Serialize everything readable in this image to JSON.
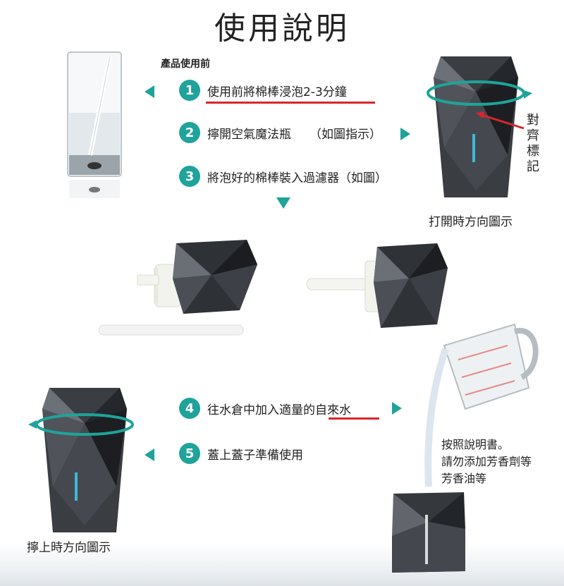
{
  "title": "使用說明",
  "section_label": "產品使用前",
  "steps": [
    {
      "num": "1",
      "text": "使用前將棉棒浸泡2-3分鐘"
    },
    {
      "num": "2",
      "text": "擰開空氣魔法瓶",
      "note": "（如圖指示）"
    },
    {
      "num": "3",
      "text": "將泡好的棉棒裝入過濾器（如圖）"
    },
    {
      "num": "4",
      "text": "往水倉中加入適量的自來水"
    },
    {
      "num": "5",
      "text": "蓋上蓋子準備使用"
    }
  ],
  "align_mark": [
    "對",
    "齊",
    "標",
    "記"
  ],
  "open_caption": "打開時方向圖示",
  "close_caption": "擰上時方向圖示",
  "notes": [
    "按照說明書。",
    "請勿添加芳香劑等",
    "芳香油等"
  ],
  "colors": {
    "accent": "#1fa39a",
    "underline": "#d9252b"
  }
}
